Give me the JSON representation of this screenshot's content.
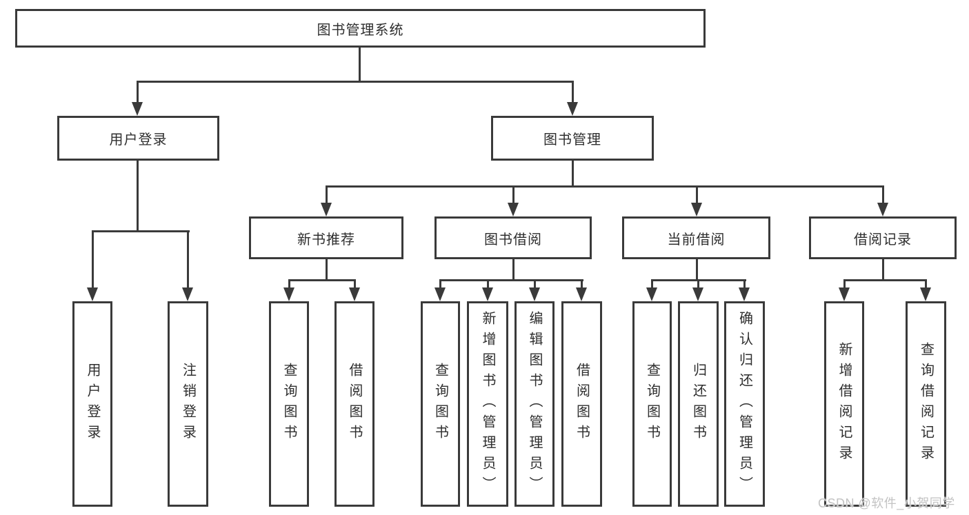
{
  "tree": {
    "label": "图书管理系统",
    "children": [
      {
        "label": "用户登录",
        "children": [
          {
            "label": "用户登录"
          },
          {
            "label": "注销登录"
          }
        ]
      },
      {
        "label": "图书管理",
        "children": [
          {
            "label": "新书推荐",
            "children": [
              {
                "label": "查询图书"
              },
              {
                "label": "借阅图书"
              }
            ]
          },
          {
            "label": "图书借阅",
            "children": [
              {
                "label": "查询图书"
              },
              {
                "label": "新增图书（管理员）"
              },
              {
                "label": "编辑图书（管理员）"
              },
              {
                "label": "借阅图书"
              }
            ]
          },
          {
            "label": "当前借阅",
            "children": [
              {
                "label": "查询图书"
              },
              {
                "label": "归还图书"
              },
              {
                "label": "确认归还（管理员）"
              }
            ]
          },
          {
            "label": "借阅记录",
            "children": [
              {
                "label": "新增借阅记录"
              },
              {
                "label": "查询借阅记录"
              }
            ]
          }
        ]
      }
    ]
  },
  "colors": {
    "line": "#3a3a3a",
    "text": "#2e2e2e",
    "background": "#ffffff",
    "watermark": "#c3c3c3"
  },
  "watermark": {
    "text": "CSDN @软件_小贺同学"
  }
}
